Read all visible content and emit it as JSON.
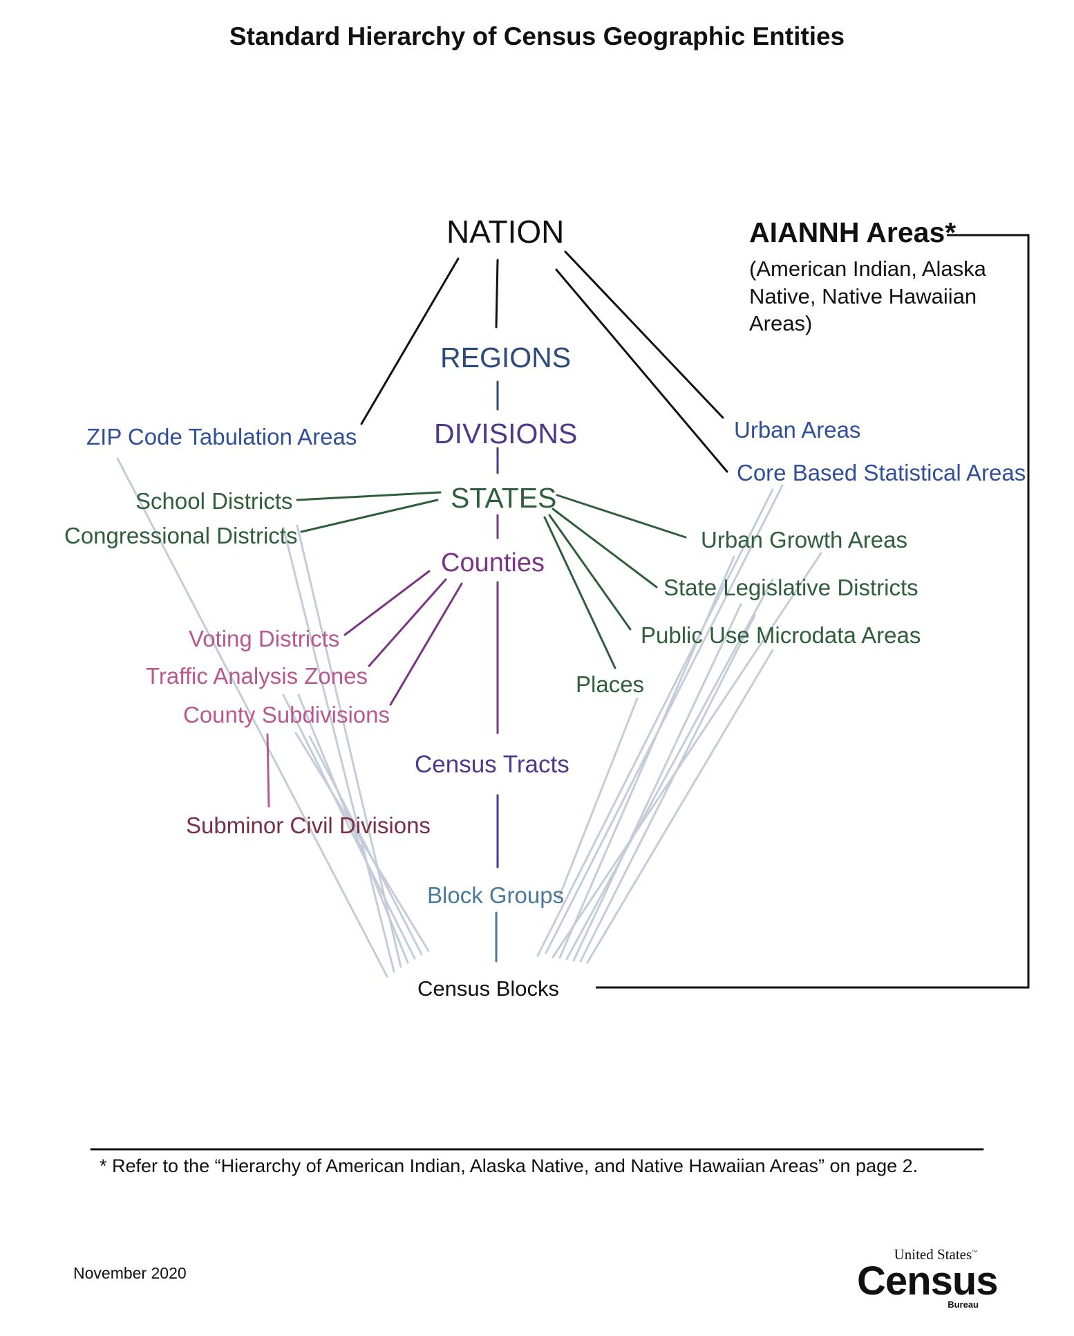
{
  "title": "Standard Hierarchy of Census Geographic Entities",
  "colors": {
    "black": "#111111",
    "blue": "#2f4f9a",
    "navy": "#2c4a7a",
    "indigo": "#4b3a8c",
    "green": "#2e5e3a",
    "purple": "#7a3585",
    "pink": "#b8588f",
    "maroon": "#7a2e45",
    "steel": "#4a7a99",
    "gray_line": "#c5ccd9"
  },
  "nodes": {
    "nation": "NATION",
    "regions": "REGIONS",
    "divisions": "DIVISIONS",
    "states": "STATES",
    "counties": "Counties",
    "census_tracts": "Census Tracts",
    "block_groups": "Block Groups",
    "census_blocks": "Census Blocks",
    "zcta": "ZIP Code Tabulation Areas",
    "urban_areas": "Urban Areas",
    "cbsa": "Core Based Statistical Areas",
    "school_districts": "School Districts",
    "congressional_districts": "Congressional Districts",
    "urban_growth_areas": "Urban Growth Areas",
    "state_legislative_districts": "State Legislative Districts",
    "puma": "Public Use Microdata Areas",
    "places": "Places",
    "voting_districts": "Voting Districts",
    "traffic_analysis_zones": "Traffic Analysis Zones",
    "county_subdivisions": "County Subdivisions",
    "subminor_civil_divisions": "Subminor Civil Divisions"
  },
  "aiannh": {
    "title": "AIANNH Areas*",
    "description": "(American Indian, Alaska Native, Native Hawaiian Areas)"
  },
  "footnote": "* Refer to the “Hierarchy of American Indian, Alaska Native, and Native Hawaiian Areas” on page 2.",
  "date": "November 2020",
  "logo": {
    "top": "United States",
    "main": "Census",
    "bottom": "Bureau",
    "tm": "™"
  }
}
